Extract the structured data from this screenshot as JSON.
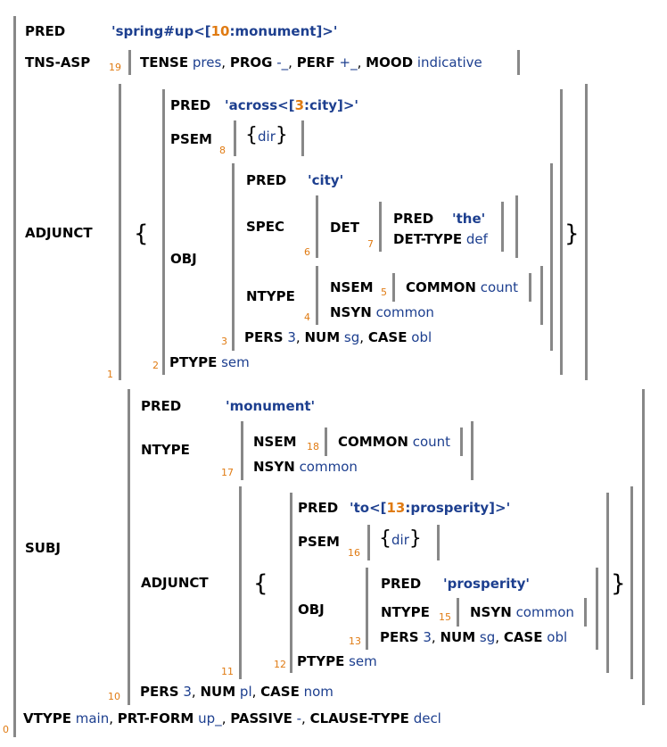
{
  "f0": {
    "index": "0",
    "pred": {
      "attr": "PRED",
      "open": "'spring#up<[",
      "ref": "10",
      "close": ":monument]>'"
    },
    "tns": {
      "attr": "TNS-ASP",
      "index": "19",
      "features": [
        {
          "attr": "TENSE",
          "val": "pres",
          "sep": ", "
        },
        {
          "attr": "PROG",
          "val": "-_",
          "sep": ", "
        },
        {
          "attr": "PERF",
          "val": "+_",
          "sep": ", "
        },
        {
          "attr": "MOOD",
          "val": "indicative",
          "sep": ""
        }
      ]
    },
    "adjunct": {
      "attr": "ADJUNCT",
      "set_index": "1",
      "open": "{",
      "close": "}",
      "f2": {
        "index": "2",
        "pred": {
          "attr": "PRED",
          "open": "'across<[",
          "ref": "3",
          "close": ":city]>'"
        },
        "psem": {
          "attr": "PSEM",
          "index": "8",
          "open": "{",
          "value": "dir",
          "close": "}"
        },
        "obj": {
          "attr": "OBJ",
          "index": "3",
          "pred": {
            "attr": "PRED",
            "value": "'city'"
          },
          "spec": {
            "attr": "SPEC",
            "index": "6",
            "det": {
              "attr": "DET",
              "index": "7",
              "pred": {
                "attr": "PRED",
                "value": "'the'"
              },
              "dettype": {
                "attr": "DET-TYPE",
                "val": "def"
              }
            }
          },
          "ntype": {
            "attr": "NTYPE",
            "index": "4",
            "nsem": {
              "attr": "NSEM",
              "index": "5",
              "common_attr": "COMMON",
              "common_val": "count"
            },
            "nsyn": {
              "attr": "NSYN",
              "val": "common"
            }
          },
          "features": [
            {
              "attr": "PERS",
              "val": "3",
              "sep": ", "
            },
            {
              "attr": "NUM",
              "val": "sg",
              "sep": ", "
            },
            {
              "attr": "CASE",
              "val": "obl",
              "sep": ""
            }
          ]
        },
        "ptype": {
          "attr": "PTYPE",
          "val": "sem"
        }
      }
    },
    "subj": {
      "attr": "SUBJ",
      "index": "10",
      "pred": {
        "attr": "PRED",
        "value": "'monument'"
      },
      "ntype": {
        "attr": "NTYPE",
        "index": "17",
        "nsem": {
          "attr": "NSEM",
          "index": "18",
          "common_attr": "COMMON",
          "common_val": "count"
        },
        "nsyn": {
          "attr": "NSYN",
          "val": "common"
        }
      },
      "adjunct": {
        "attr": "ADJUNCT",
        "set_index": "11",
        "open": "{",
        "close": "}",
        "f12": {
          "index": "12",
          "pred": {
            "attr": "PRED",
            "open": "'to<[",
            "ref": "13",
            "close": ":prosperity]>'"
          },
          "psem": {
            "attr": "PSEM",
            "index": "16",
            "open": "{",
            "value": "dir",
            "close": "}"
          },
          "obj": {
            "attr": "OBJ",
            "index": "13",
            "pred": {
              "attr": "PRED",
              "value": "'prosperity'"
            },
            "ntype": {
              "attr": "NTYPE",
              "index": "15",
              "nsyn_attr": "NSYN",
              "nsyn_val": "common"
            },
            "features": [
              {
                "attr": "PERS",
                "val": "3",
                "sep": ", "
              },
              {
                "attr": "NUM",
                "val": "sg",
                "sep": ", "
              },
              {
                "attr": "CASE",
                "val": "obl",
                "sep": ""
              }
            ]
          },
          "ptype": {
            "attr": "PTYPE",
            "val": "sem"
          }
        }
      },
      "features": [
        {
          "attr": "PERS",
          "val": "3",
          "sep": ", "
        },
        {
          "attr": "NUM",
          "val": "pl",
          "sep": ", "
        },
        {
          "attr": "CASE",
          "val": "nom",
          "sep": ""
        }
      ]
    },
    "vtype": [
      {
        "attr": "VTYPE",
        "val": "main",
        "sep": ", "
      },
      {
        "attr": "PRT-FORM",
        "val": "up_",
        "sep": ", "
      },
      {
        "attr": "PASSIVE",
        "val": "-",
        "sep": ", "
      },
      {
        "attr": "CLAUSE-TYPE",
        "val": "decl",
        "sep": ""
      }
    ]
  }
}
